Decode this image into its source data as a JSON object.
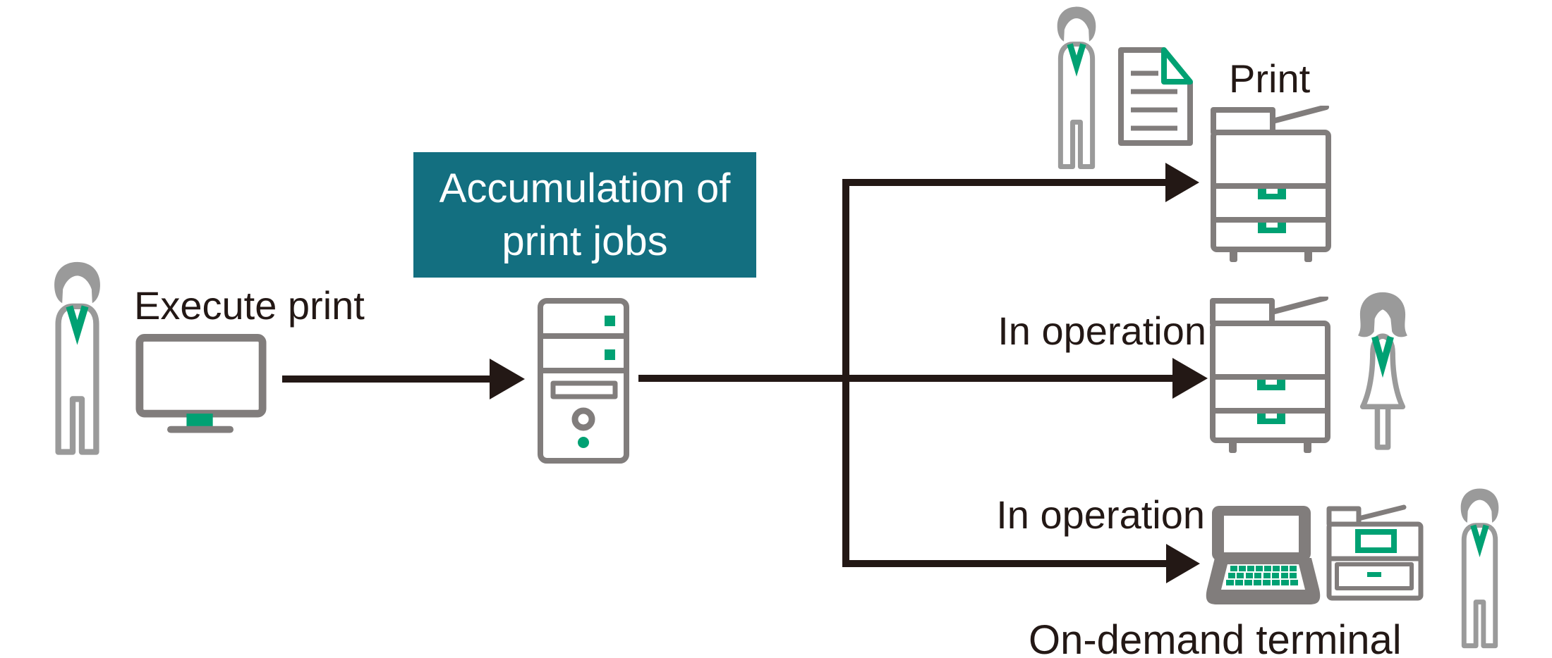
{
  "colors": {
    "teal": "#136F80",
    "green": "#00A173",
    "device-gray": "#817D7C",
    "person-gray": "#9A9A9A",
    "line-black": "#231815",
    "text-black": "#231815"
  },
  "diagram": {
    "source": {
      "label": "Execute print",
      "person_icon": "businessman-icon",
      "device_icon": "monitor-icon"
    },
    "server": {
      "label": "Accumulation of print jobs",
      "icon": "server-tower-icon"
    },
    "branches": [
      {
        "id": "top",
        "label": "Print",
        "icons": [
          "businessman-icon",
          "document-icon",
          "printer-icon"
        ]
      },
      {
        "id": "middle",
        "label": "In operation",
        "icons": [
          "printer-icon",
          "businesswoman-icon"
        ]
      },
      {
        "id": "bottom",
        "label": "In operation",
        "caption": "On-demand terminal",
        "icons": [
          "on-demand-terminal-icon",
          "compact-printer-icon",
          "businessman-icon"
        ]
      }
    ]
  }
}
